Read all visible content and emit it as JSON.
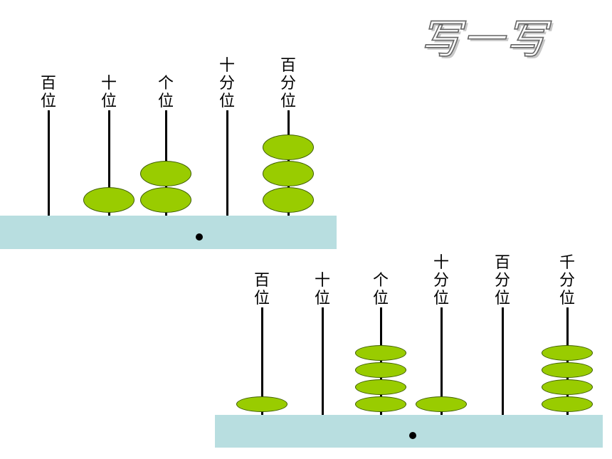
{
  "title": "写一写",
  "colors": {
    "bead": "#99cc00",
    "bead_border": "#3c5a00",
    "base": "#b8dee0",
    "rod": "#000000"
  },
  "abacus1": {
    "columns": [
      {
        "label": "百位",
        "beads": 0
      },
      {
        "label": "十位",
        "beads": 1
      },
      {
        "label": "个位",
        "beads": 2
      },
      {
        "label": "十分位",
        "beads": 0
      },
      {
        "label": "百分位",
        "beads": 3
      }
    ]
  },
  "abacus2": {
    "columns": [
      {
        "label": "百位",
        "beads": 1
      },
      {
        "label": "十位",
        "beads": 0
      },
      {
        "label": "个位",
        "beads": 4
      },
      {
        "label": "十分位",
        "beads": 1
      },
      {
        "label": "百分位",
        "beads": 0
      },
      {
        "label": "千分位",
        "beads": 4
      }
    ]
  }
}
